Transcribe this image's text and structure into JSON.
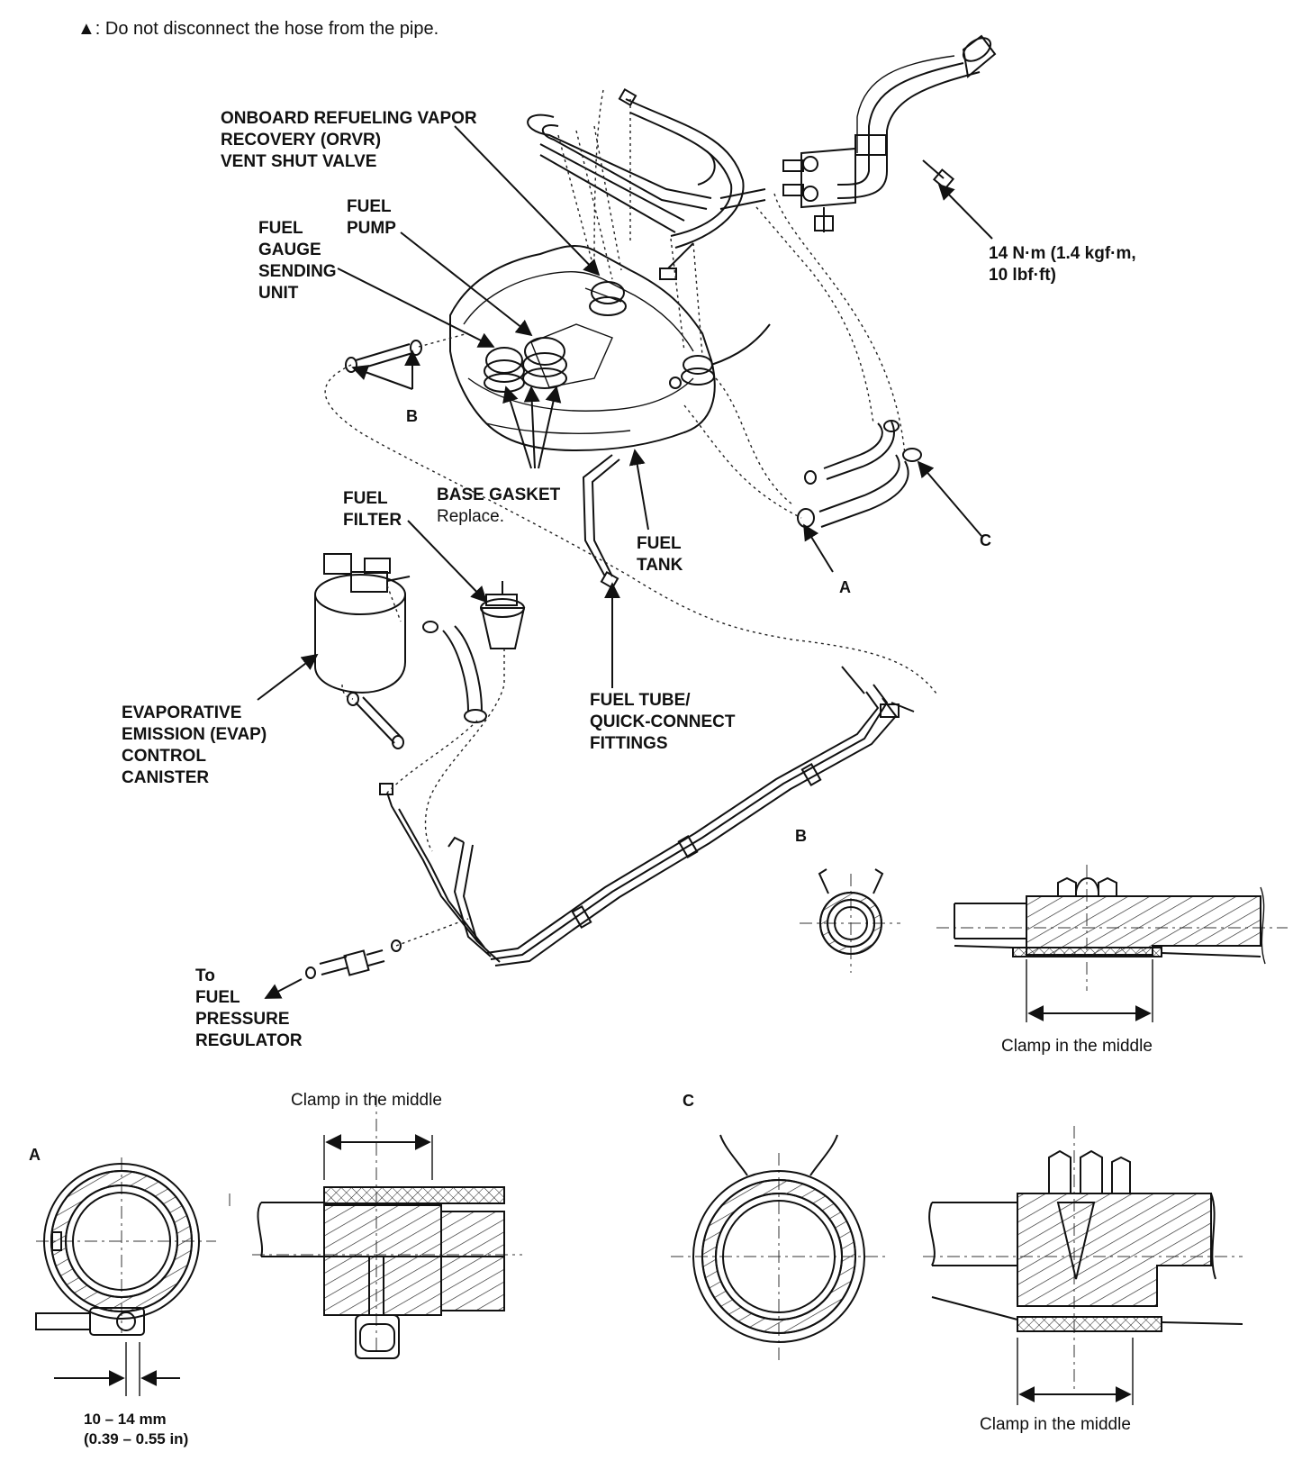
{
  "header_note": {
    "symbol": "▲",
    "text": ": Do not disconnect the hose from the pipe."
  },
  "labels": {
    "orvr": [
      "ONBOARD REFUELING VAPOR",
      "RECOVERY (ORVR)",
      "VENT SHUT VALVE"
    ],
    "fuel_pump": [
      "FUEL",
      "PUMP"
    ],
    "fuel_gauge": [
      "FUEL",
      "GAUGE",
      "SENDING",
      "UNIT"
    ],
    "torque": [
      "14 N·m (1.4 kgf·m,",
      "10 lbf·ft)"
    ],
    "base_gasket": "BASE GASKET",
    "replace": "Replace.",
    "fuel_filter": [
      "FUEL",
      "FILTER"
    ],
    "fuel_tank": [
      "FUEL",
      "TANK"
    ],
    "evap": [
      "EVAPORATIVE",
      "EMISSION (EVAP)",
      "CONTROL",
      "CANISTER"
    ],
    "fuel_tube": [
      "FUEL TUBE/",
      "QUICK-CONNECT",
      "FITTINGS"
    ],
    "to_regulator": [
      "To",
      "FUEL",
      "PRESSURE",
      "REGULATOR"
    ],
    "letter_a": "A",
    "letter_b": "B",
    "letter_c": "C"
  },
  "details": {
    "b": {
      "letter": "B",
      "caption": "Clamp in the middle"
    },
    "a": {
      "letter": "A",
      "caption": "Clamp in the middle",
      "dimension": [
        "10 – 14 mm",
        "(0.39 – 0.55 in)"
      ]
    },
    "c": {
      "letter": "C",
      "caption": "Clamp in the middle"
    }
  }
}
